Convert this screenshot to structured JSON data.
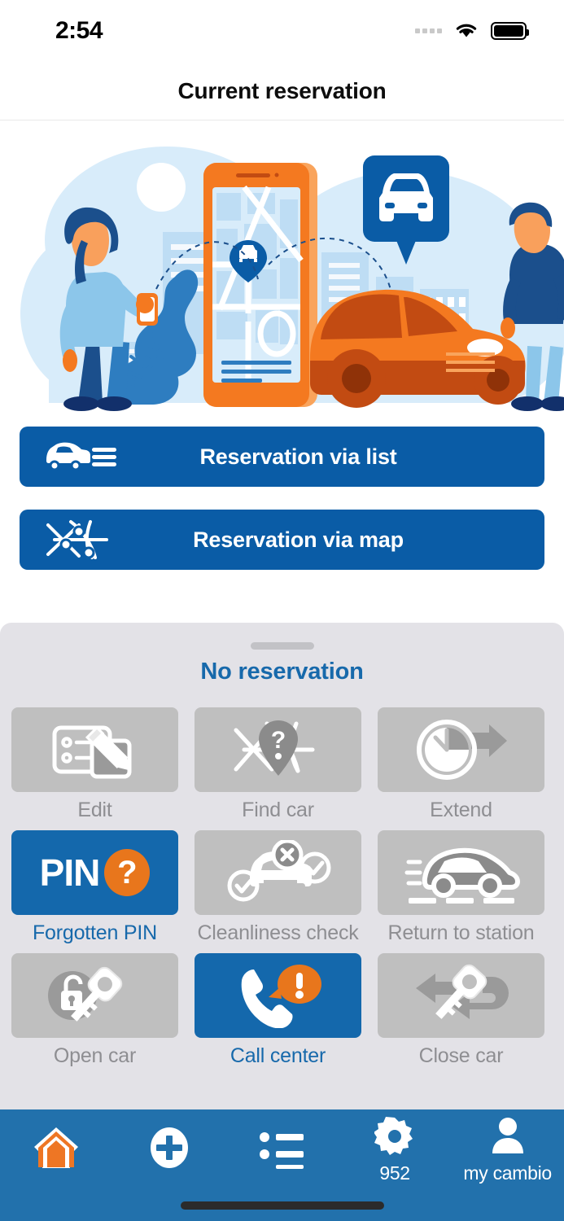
{
  "status_bar": {
    "time": "2:54",
    "signal_icon": "signal-dots-icon",
    "wifi_icon": "wifi-icon",
    "battery_icon": "battery-full-icon"
  },
  "header": {
    "title": "Current reservation"
  },
  "hero": {
    "illustration_name": "carsharing-illustration",
    "colors": {
      "orange": "#F47920",
      "orange_dark": "#C24B12",
      "blue_dark": "#0A5CA6",
      "blue_mid": "#2E7DC0",
      "blue_light": "#BEDDF4",
      "blue_pale": "#D8ECFA"
    }
  },
  "primary_buttons": [
    {
      "label": "Reservation via list",
      "icon": "car-list-icon",
      "color": "#0A5CA6"
    },
    {
      "label": "Reservation via map",
      "icon": "map-routes-icon",
      "color": "#0A5CA6"
    }
  ],
  "sheet": {
    "grabber": "drag-handle",
    "title": "No reservation",
    "title_color": "#1769AB",
    "background": "#E3E2E7"
  },
  "tiles": [
    {
      "label": "Edit",
      "icon": "edit-form-icon",
      "enabled": false
    },
    {
      "label": "Find car",
      "icon": "map-pin-question-icon",
      "enabled": false
    },
    {
      "label": "Extend",
      "icon": "clock-arrow-icon",
      "enabled": false
    },
    {
      "label": "Forgotten PIN",
      "icon": "pin-question-icon",
      "enabled": true
    },
    {
      "label": "Cleanliness check",
      "icon": "car-check-cross-icon",
      "enabled": false
    },
    {
      "label": "Return to station",
      "icon": "car-road-icon",
      "enabled": false
    },
    {
      "label": "Open car",
      "icon": "unlock-key-icon",
      "enabled": false
    },
    {
      "label": "Call center",
      "icon": "phone-alert-icon",
      "enabled": true
    },
    {
      "label": "Close car",
      "icon": "lock-key-return-icon",
      "enabled": false
    }
  ],
  "tile_colors": {
    "disabled_bg": "#BFBFBF",
    "active_bg": "#1468AC",
    "disabled_label": "#8E8E92",
    "active_label": "#1769AB",
    "accent_orange": "#E8761C"
  },
  "tabbar": {
    "background": "#2271AC",
    "items": [
      {
        "label": "",
        "icon": "home-icon",
        "active": true
      },
      {
        "label": "",
        "icon": "plus-icon",
        "active": false
      },
      {
        "label": "",
        "icon": "list-icon",
        "active": false
      },
      {
        "label": "952",
        "icon": "gear-icon",
        "active": false
      },
      {
        "label": "my cambio",
        "icon": "person-icon",
        "active": false
      }
    ]
  }
}
